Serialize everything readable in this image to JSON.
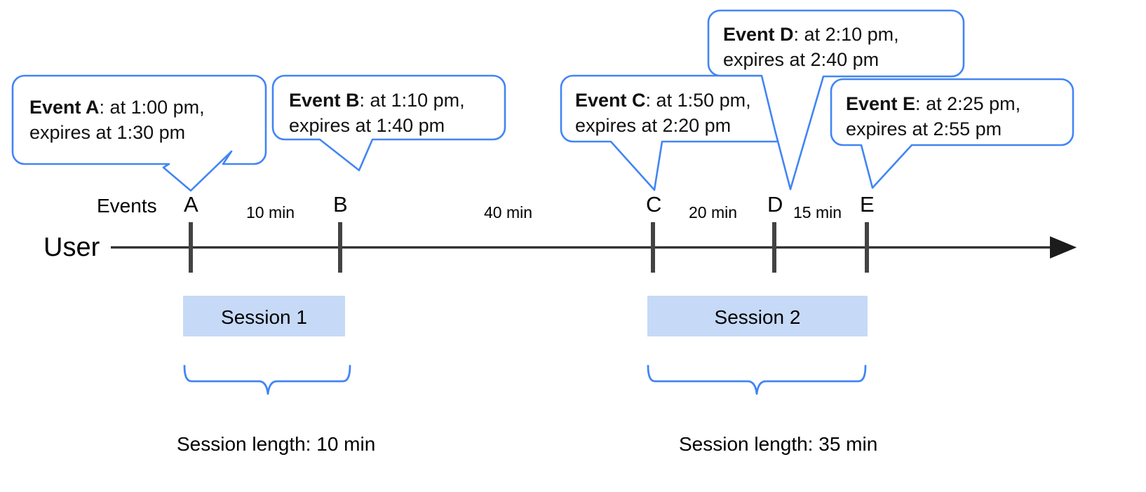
{
  "diagram": {
    "title": "Session timeline with expiring events",
    "colors": {
      "callout_border": "#4285f4",
      "brace": "#4285f4",
      "session_fill": "#c6d9f7",
      "axis": "#3c3c3c",
      "tick": "#434343",
      "text": "#111111"
    }
  },
  "callouts": [
    {
      "id": "A",
      "label": "Event A",
      "sep": ":",
      "line1_rest": " at 1:00 pm,",
      "line2": "expires at 1:30 pm",
      "event_time": "1:00 pm",
      "expires_at": "1:30 pm"
    },
    {
      "id": "B",
      "label": "Event B",
      "sep": ":",
      "line1_rest": " at 1:10 pm,",
      "line2": "expires at 1:40 pm",
      "event_time": "1:10 pm",
      "expires_at": "1:40 pm"
    },
    {
      "id": "C",
      "label": "Event C",
      "sep": ":",
      "line1_rest": " at 1:50 pm,",
      "line2": "expires at 2:20 pm",
      "event_time": "1:50 pm",
      "expires_at": "2:20 pm"
    },
    {
      "id": "D",
      "label": "Event D",
      "sep": ":",
      "line1_rest": " at 2:10 pm,",
      "line2": "expires at 2:40 pm",
      "event_time": "2:10 pm",
      "expires_at": "2:40 pm"
    },
    {
      "id": "E",
      "label": "Event E",
      "sep": ":",
      "line1_rest": " at 2:25 pm,",
      "line2": "expires at 2:55 pm",
      "event_time": "2:25 pm",
      "expires_at": "2:55 pm"
    }
  ],
  "axis": {
    "row_label": "User",
    "events_label": "Events",
    "ticks": [
      "A",
      "B",
      "C",
      "D",
      "E"
    ],
    "intervals": [
      {
        "between": "A-B",
        "label": "10 min"
      },
      {
        "between": "B-C",
        "label": "40 min"
      },
      {
        "between": "C-D",
        "label": "20 min"
      },
      {
        "between": "D-E",
        "label": "15 min"
      }
    ]
  },
  "sessions": [
    {
      "name": "Session 1",
      "caption": "Session length: 10 min",
      "length": "10 min"
    },
    {
      "name": "Session 2",
      "caption": "Session length: 35 min",
      "length": "35 min"
    }
  ]
}
